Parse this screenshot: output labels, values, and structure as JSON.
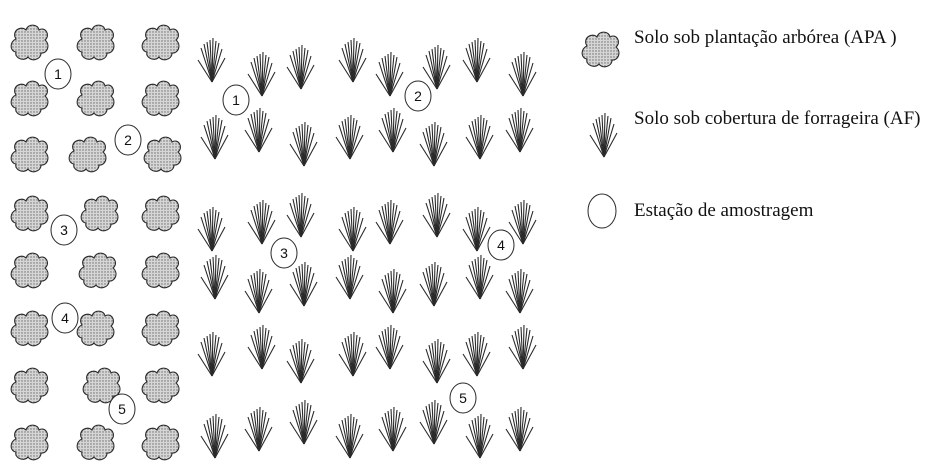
{
  "legend": {
    "tree_label": "Solo sob plantação arbórea (APA )",
    "forage_label": "Solo sob cobertura de forrageira (AF)",
    "station_label": "Estação de amostragem",
    "tree_icon": "shrub-blob-icon",
    "forage_icon": "grass-tuft-icon",
    "station_icon": "circle-icon"
  },
  "apa_area": {
    "stations": [
      "1",
      "2",
      "3",
      "4",
      "5"
    ]
  },
  "af_area": {
    "stations": [
      "1",
      "2",
      "3",
      "4",
      "5"
    ]
  },
  "colors": {
    "stroke": "#2a2a2a",
    "blob_fill": "#c9c9c9",
    "background": "#ffffff"
  }
}
